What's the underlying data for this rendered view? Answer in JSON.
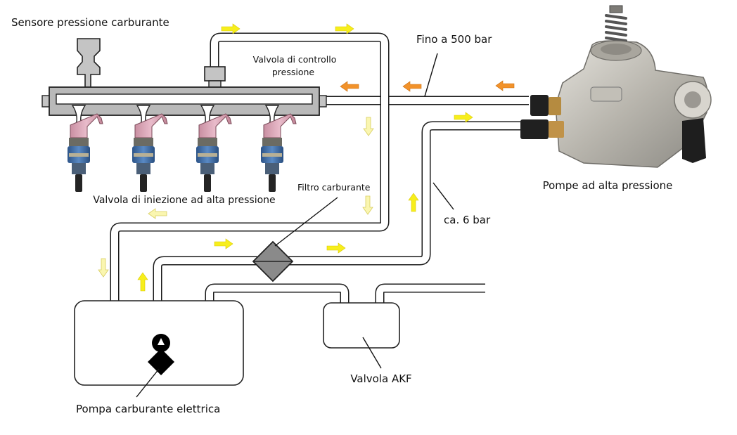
{
  "labels": {
    "sensor": "Sensore pressione carburante",
    "control_valve_line1": "Valvola di controllo",
    "control_valve_line2": "pressione",
    "high_pressure_note": "Fino a 500 bar",
    "pump": "Pompe ad alta pressione",
    "injectors": "Valvola di iniezione ad alta pressione",
    "filter": "Filtro carburante",
    "low_pressure_note": "ca. 6 bar",
    "akf_valve": "Valvola AKF",
    "electric_pump": "Pompa carburante elettrica"
  },
  "colors": {
    "flow_arrow_yellow": "#f7ee1c",
    "flow_arrow_pale": "#faf6b0",
    "flow_arrow_orange": "#f2922a",
    "rail": "#b9b9b9",
    "filter": "#8a8a8a",
    "injector_cap": "#d9a3b3",
    "injector_body": "#3e6ea8",
    "pump_body": "#c8c6c0"
  }
}
